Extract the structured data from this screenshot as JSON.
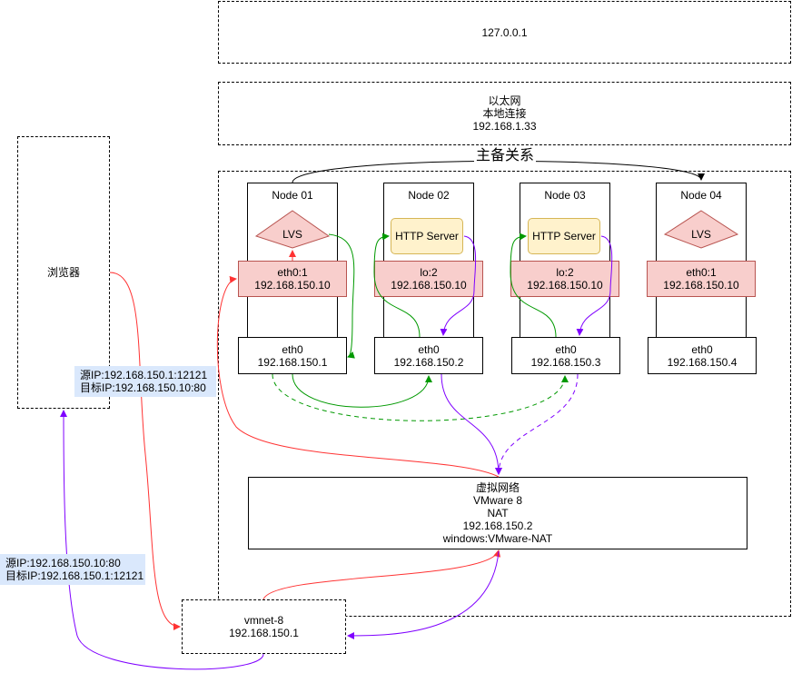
{
  "loopback": {
    "ip": "127.0.0.1"
  },
  "ethernet": {
    "title": "以太网",
    "name": "本地连接",
    "ip": "192.168.1.33"
  },
  "relation_label": "主备关系",
  "browser": {
    "label": "浏览器"
  },
  "nodes": [
    {
      "title": "Node 01",
      "component": "LVS",
      "nic": "eth0:1",
      "vip": "192.168.150.10",
      "eth": "eth0",
      "eth_ip": "192.168.150.1"
    },
    {
      "title": "Node 02",
      "component": "HTTP Server",
      "nic": "lo:2",
      "vip": "192.168.150.10",
      "eth": "eth0",
      "eth_ip": "192.168.150.2"
    },
    {
      "title": "Node 03",
      "component": "HTTP Server",
      "nic": "lo:2",
      "vip": "192.168.150.10",
      "eth": "eth0",
      "eth_ip": "192.168.150.3"
    },
    {
      "title": "Node 04",
      "component": "LVS",
      "nic": "eth0:1",
      "vip": "192.168.150.10",
      "eth": "eth0",
      "eth_ip": "192.168.150.4"
    }
  ],
  "request_info": {
    "src": "源IP:192.168.150.1:12121",
    "dst": "目标IP:192.168.150.10:80"
  },
  "response_info": {
    "src": "源IP:192.168.150.10:80",
    "dst": "目标IP:192.168.150.1:12121"
  },
  "vnet": {
    "title": "虚拟网络",
    "name": "VMware 8",
    "mode": "NAT",
    "ip": "192.168.150.2",
    "windows": "windows:VMware-NAT"
  },
  "vmnet": {
    "name": "vmnet-8",
    "ip": "192.168.150.1"
  },
  "colors": {
    "request": "#ff3333",
    "response": "#7f00ff",
    "internal": "#009900",
    "nic_fill": "#f8cecc",
    "http_fill": "#fff2cc",
    "info_fill": "#dae8fc"
  }
}
